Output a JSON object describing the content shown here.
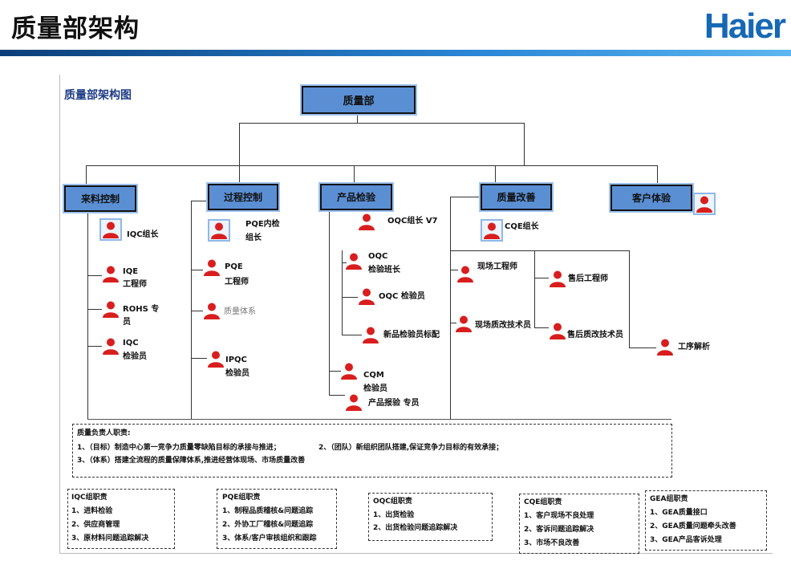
{
  "header": {
    "title": "质量部架构",
    "logo": "Haier"
  },
  "diagram": {
    "title": "质量部架构图",
    "root": "质量部",
    "departments": [
      "来料控制",
      "过程控制",
      "产品检验",
      "质量改善",
      "客户体验"
    ],
    "roles": {
      "iqc_leader": "IQC组长",
      "iqe_1": "IQE",
      "iqe_2": "工程师",
      "rohs_1": "ROHS 专",
      "rohs_2": "员",
      "iqc_insp_1": "IQC",
      "iqc_insp_2": "检验员",
      "pqe_leader_1": "PQE内检",
      "pqe_leader_2": "组长",
      "pqe_1": "PQE",
      "pqe_2": "工程师",
      "quality_system": "质量体系",
      "ipqc_1": "IPQC",
      "ipqc_2": "检验员",
      "oqc_leader": "OQC组长 V7",
      "oqc_head_1": "OQC",
      "oqc_head_2": "检验班长",
      "oqc_insp": "OQC 检验员",
      "new_product": "新品检验员标配",
      "cqm_1": "CQM",
      "cqm_2": "检验员",
      "product_report": "产品报验 专员",
      "cqe_leader": "CQE组长",
      "field_engineer": "现场工程师",
      "field_tech": "现场质改技术员",
      "after_sales_eng": "售后工程师",
      "after_sales_tech": "售后质改技术员",
      "process_analysis": "工序解析"
    }
  },
  "responsibilities": {
    "title": "质量负责人职责:",
    "line1": "1、（目标）制造中心第一竞争力质量零缺陷目标的承接与推进；",
    "line2": "2、（团队）新组织团队搭建,保证竞争力目标的有效承接；",
    "line3": "3、（体系）搭建全流程的质量保障体系,推进经营体现场、市场质量改善"
  },
  "duties": [
    {
      "title": "IQC组职责",
      "items": [
        "1、进料检验",
        "2、供应商管理",
        "3、原材料问题追踪解决"
      ]
    },
    {
      "title": "PQE组职责",
      "items": [
        "1、制程品质稽核&问题追踪",
        "2、外协工厂稽核&问题追踪",
        "3、体系/客户审核组织和跟踪"
      ]
    },
    {
      "title": "OQC组职责",
      "items": [
        "1、出货检验",
        "2、出货检验问题追踪解决"
      ]
    },
    {
      "title": "CQE组职责",
      "items": [
        "1、客户现场不良处理",
        "2、客诉问题追踪解决",
        "3、市场不良改善"
      ]
    },
    {
      "title": "GEA组职责",
      "items": [
        "1、GEA质量接口",
        "2、GEA质量问题牵头改善",
        "3、GEA产品客诉处理"
      ]
    }
  ],
  "colors": {
    "box": "#5b8fd4",
    "person": "#d81e1e",
    "accent": "#1668b4"
  }
}
